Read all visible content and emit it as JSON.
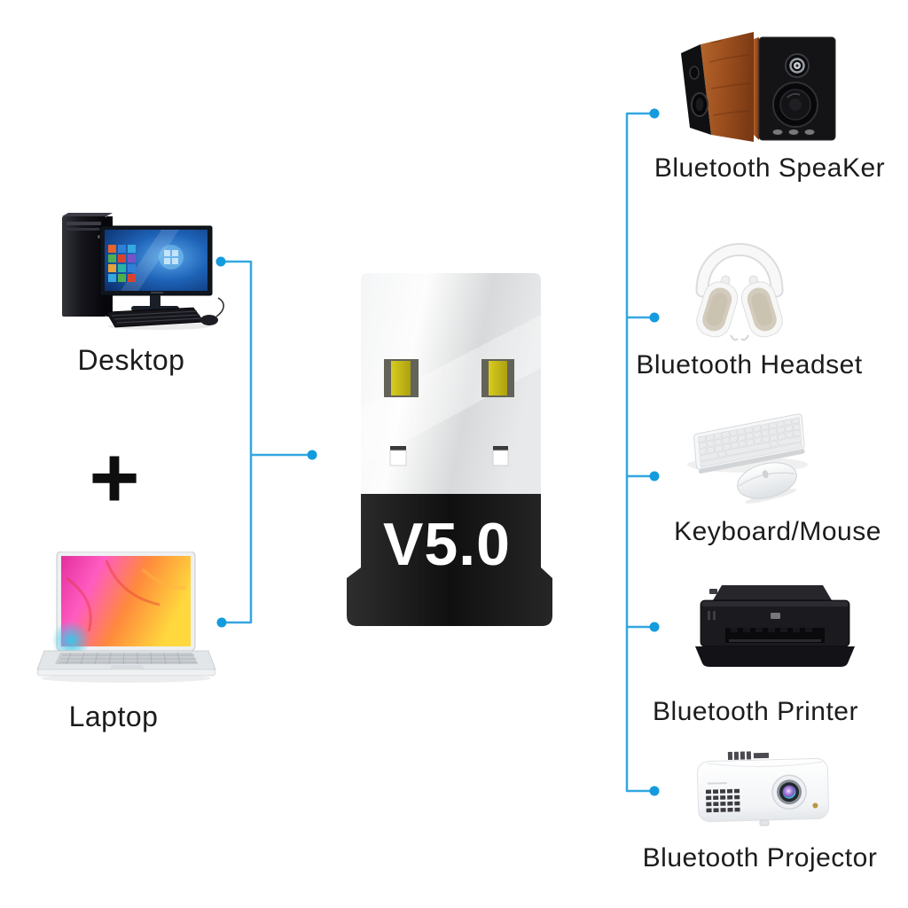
{
  "page": {
    "background_color": "#ffffff",
    "label_color": "#1c1c1c"
  },
  "accent": {
    "line_color": "#33A7E0",
    "dot_color": "#149BDD"
  },
  "adapter": {
    "version_label": "V5.0",
    "body_color": "#141414",
    "contact_color": "#c9bd1e"
  },
  "plus_sign": "+",
  "sources": [
    {
      "id": "desktop",
      "label": "Desktop"
    },
    {
      "id": "laptop",
      "label": "Laptop"
    }
  ],
  "targets": [
    {
      "id": "speaker",
      "label": "Bluetooth SpeaKer"
    },
    {
      "id": "headset",
      "label": "Bluetooth Headset"
    },
    {
      "id": "keyboard-mouse",
      "label": "Keyboard/Mouse"
    },
    {
      "id": "printer",
      "label": "Bluetooth Printer"
    },
    {
      "id": "projector",
      "label": "Bluetooth Projector"
    }
  ]
}
